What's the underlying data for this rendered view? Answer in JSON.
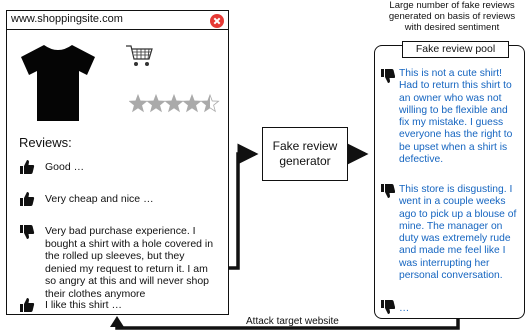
{
  "browser": {
    "url": "www.shoppingsite.com",
    "rating_stars": 4.5,
    "reviews_heading": "Reviews:",
    "reviews": [
      {
        "sentiment": "positive",
        "icon": "thumbs-up-icon",
        "text": "Good …"
      },
      {
        "sentiment": "positive",
        "icon": "thumbs-up-icon",
        "text": "Very cheap and nice …"
      },
      {
        "sentiment": "negative",
        "icon": "thumbs-down-icon",
        "text_lines": [
          "Very bad purchase experience. I",
          "bought a shirt with a hole covered in",
          "the rolled up sleeves, but they",
          "denied my request to return it. I am",
          "so angry at this and will never shop",
          "their clothes anymore"
        ]
      },
      {
        "sentiment": "positive",
        "icon": "thumbs-up-icon",
        "text": "I like this shirt …"
      }
    ]
  },
  "generator": {
    "line1": "Fake review",
    "line2": "generator"
  },
  "pool": {
    "caption_lines": [
      "Large number of fake reviews",
      "generated on basis of reviews",
      "with desired sentiment"
    ],
    "title": "Fake review pool",
    "reviews": [
      {
        "sentiment": "negative",
        "icon": "thumbs-down-icon",
        "text_lines": [
          "This is not a cute shirt!",
          "Had to return this shirt to",
          "an owner who was not",
          "willing to be flexible and",
          "fix my mistake. I guess",
          "everyone has the right to",
          "be upset when a shirt is",
          "defective."
        ]
      },
      {
        "sentiment": "negative",
        "icon": "thumbs-down-icon",
        "text_lines": [
          "This store is disgusting. I",
          "went in a couple weeks",
          "ago to pick up a blouse of",
          "mine. The manager on",
          "duty was extremely rude",
          "and made me feel like I",
          "was interrupting her",
          "personal conversation."
        ]
      },
      {
        "sentiment": "negative",
        "icon": "thumbs-down-icon",
        "text": "…"
      }
    ]
  },
  "attack_label": "Attack target website",
  "colors": {
    "pool_text": "#1565c0",
    "close_button": "#e53935",
    "star": "#aaaaaa",
    "ink": "#111111"
  }
}
